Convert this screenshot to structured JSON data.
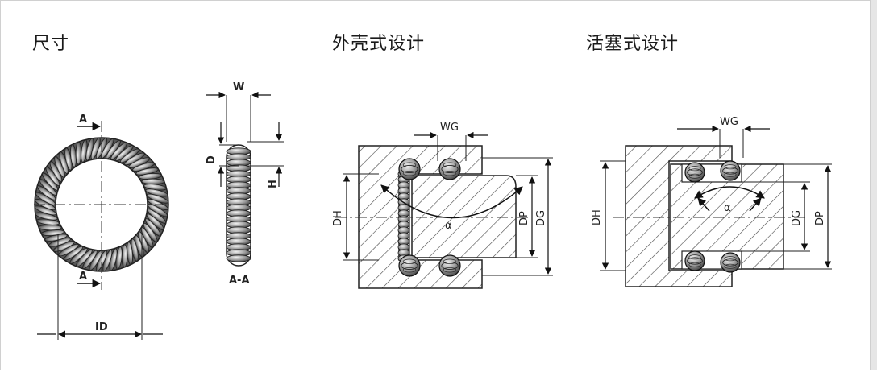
{
  "titles": {
    "dimensions": "尺寸",
    "housing_design": "外壳式设计",
    "piston_design": "活塞式设计"
  },
  "labels": {
    "a_top": "A",
    "a_bottom": "A",
    "id": "ID",
    "w": "W",
    "d": "D",
    "h": "H",
    "aa": "A-A",
    "wg_housing": "WG",
    "dh_housing": "DH",
    "dp_housing": "DP",
    "dg_housing": "DG",
    "alpha_housing": "α",
    "wg_piston": "WG",
    "dh_piston": "DH",
    "dg_piston": "DG",
    "dp_piston": "DP",
    "alpha_piston": "α"
  }
}
